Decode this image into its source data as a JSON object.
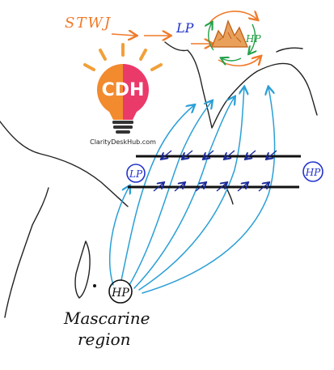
{
  "labels": {
    "stwj": "STWJ",
    "lp_top": "LP",
    "hp_top": "HP",
    "lp_left": "LP",
    "hp_right": "HP",
    "hp_bottom": "HP",
    "region_line1": "Mascarine",
    "region_line2": "region"
  },
  "logo": {
    "text": "CDH",
    "site": "ClarityDeskHub.com"
  },
  "colors": {
    "stwj": "#f07a2a",
    "arrows_blue": "#2a9fd6",
    "lp_blue": "#2233cc",
    "hp_green": "#1a9a3a",
    "coast": "#222222",
    "band": "#111111",
    "bulb_left": "#f28a2e",
    "bulb_right": "#ea3a6a",
    "rays": "#f0a13a",
    "plateau_fill": "#e8a05a",
    "plateau_stroke": "#c06018",
    "circulation_orange": "#f07a2a",
    "circulation_green": "#22a04a"
  }
}
